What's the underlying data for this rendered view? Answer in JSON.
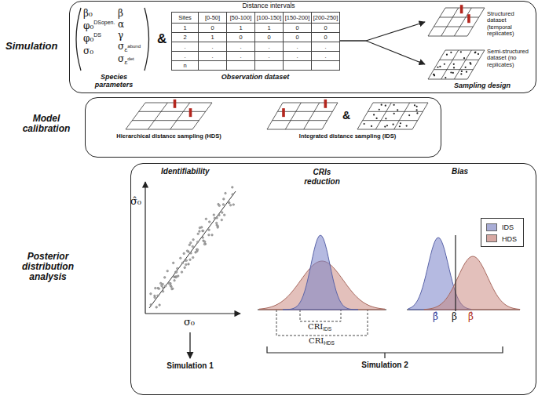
{
  "diagram": {
    "nodes": [
      {
        "text": [
          "Simulation"
        ]
      },
      {
        "text": [
          "Distance intervals",
          "Sites",
          "[0-50]",
          "[50-100]",
          "[100-150]",
          "[150-200]",
          "[200-250]",
          "1",
          "0",
          "1",
          "1",
          "0",
          "0",
          "2",
          "1",
          "0",
          "0",
          "0",
          "0",
          ".",
          ".",
          ".",
          ".",
          ".",
          ".",
          ".",
          ".",
          ".",
          ".",
          ".",
          ".",
          "n",
          "Observation dataset"
        ],
        "in": 0
      },
      {
        "text": [
          "Structured dataset (temporal replicates)"
        ],
        "in": 0
      },
      {
        "text": [
          "Semi-structured dataset (no replicates)"
        ],
        "in": 0
      },
      {
        "text": [
          "Model calibration"
        ]
      },
      {
        "text": [
          "Hierarchical distance sampling (HDS)"
        ],
        "in": 4
      },
      {
        "text": [
          "Integrated distance sampling (IDS)"
        ],
        "in": 4
      },
      {
        "text": [
          "Posterior distribution analysis"
        ]
      }
    ],
    "edges": [
      {
        "from": 1,
        "to": 2,
        "arrow": "to"
      },
      {
        "from": 1,
        "to": 3,
        "arrow": "to"
      }
    ],
    "labels": [
      "β₀",
      "φ₀",
      "DSopen.",
      "φ₀",
      "DS",
      "σ₀",
      "β",
      "α",
      "γ",
      "σ",
      "ε",
      "abund",
      "σ",
      "ε",
      "det",
      "Species parameters",
      "&",
      "Sampling design",
      "&",
      "Identifiability",
      "σ̂₀",
      "σ₀",
      "Simulation 1",
      "CRIs reduction",
      "CRI",
      "IDS",
      "CRI",
      "HDS",
      "Bias",
      "β̂",
      "β",
      "β̂",
      "Simulation 2"
    ],
    "legend": [
      {
        "text": "IDS",
        "color": "#a9add6"
      },
      {
        "text": "HDS",
        "color": "#d7a9a3"
      }
    ]
  }
}
